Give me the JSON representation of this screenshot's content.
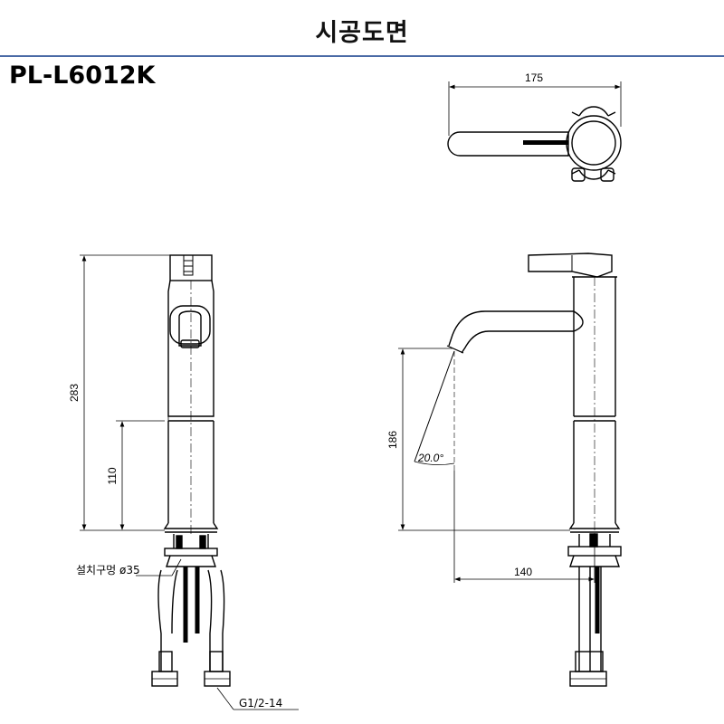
{
  "header": {
    "title": "시공도면"
  },
  "model": {
    "code": "PL-L6012K"
  },
  "dimensions": {
    "top_width": "175",
    "front_height": "283",
    "front_lower_height": "110",
    "side_spout_height": "186",
    "side_reach": "140",
    "spray_angle": "20.0°",
    "mount_hole": "설치구멍 ø35",
    "thread": "G1/2-14"
  },
  "colors": {
    "rule": "#4a6aa6",
    "line": "#000000"
  }
}
